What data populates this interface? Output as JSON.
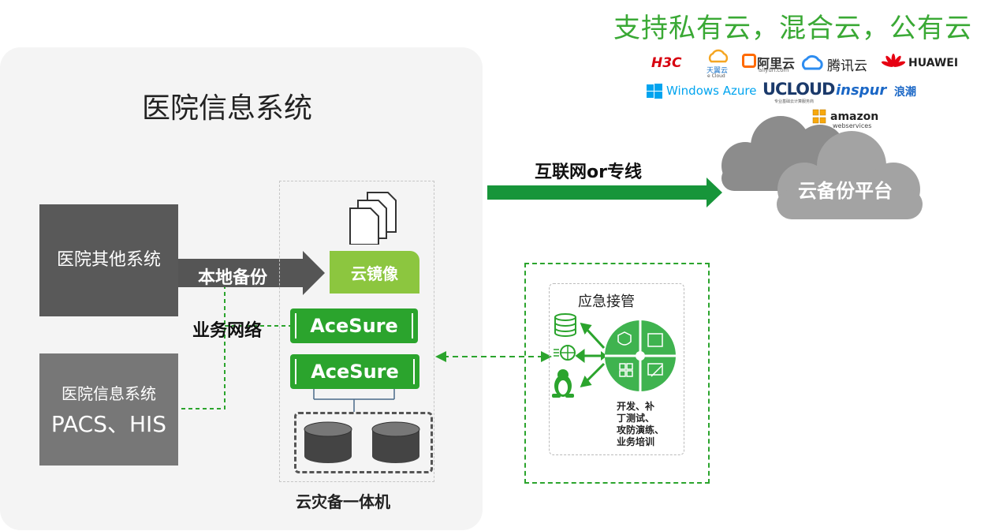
{
  "header": {
    "cloud_support": "支持私有云，混合云，公有云"
  },
  "vendors": {
    "h3c": "H3C",
    "ecloud": "天翼云",
    "ecloud_sub": "e Cloud",
    "aliyun": "阿里云",
    "aliyun_sub": "aliyun.com",
    "tencent": "腾讯云",
    "huawei": "HUAWEI",
    "azure": "Windows Azure",
    "ucloud": "UCLOUD",
    "ucloud_sub": "专业基础云计算服务商",
    "inspur": "inspur",
    "inspur_cn": "浪潮",
    "amazon": "amazon",
    "amazon_sub": "webservices"
  },
  "hospital": {
    "title": "医院信息系统",
    "other_systems": "医院其他系统",
    "info_system_line1": "医院信息系统",
    "info_system_line2": "PACS、HIS"
  },
  "links": {
    "local_backup": "本地备份",
    "business_network": "业务网络",
    "internet": "互联网or专线"
  },
  "appliance": {
    "mirror": "云镜像",
    "node1": "AceSure",
    "node2": "AceSure",
    "caption": "云灾备一体机"
  },
  "cloud": {
    "platform": "云备份平台"
  },
  "emergency": {
    "title": "应急接管",
    "uses": [
      "开发、补",
      "丁测试、",
      "攻防演练、",
      "业务培训"
    ]
  },
  "colors": {
    "accent": "#2ba42d",
    "light_green": "#8cc63f",
    "dark_box": "#595959",
    "cloud_gray": "#9a9a9a"
  }
}
